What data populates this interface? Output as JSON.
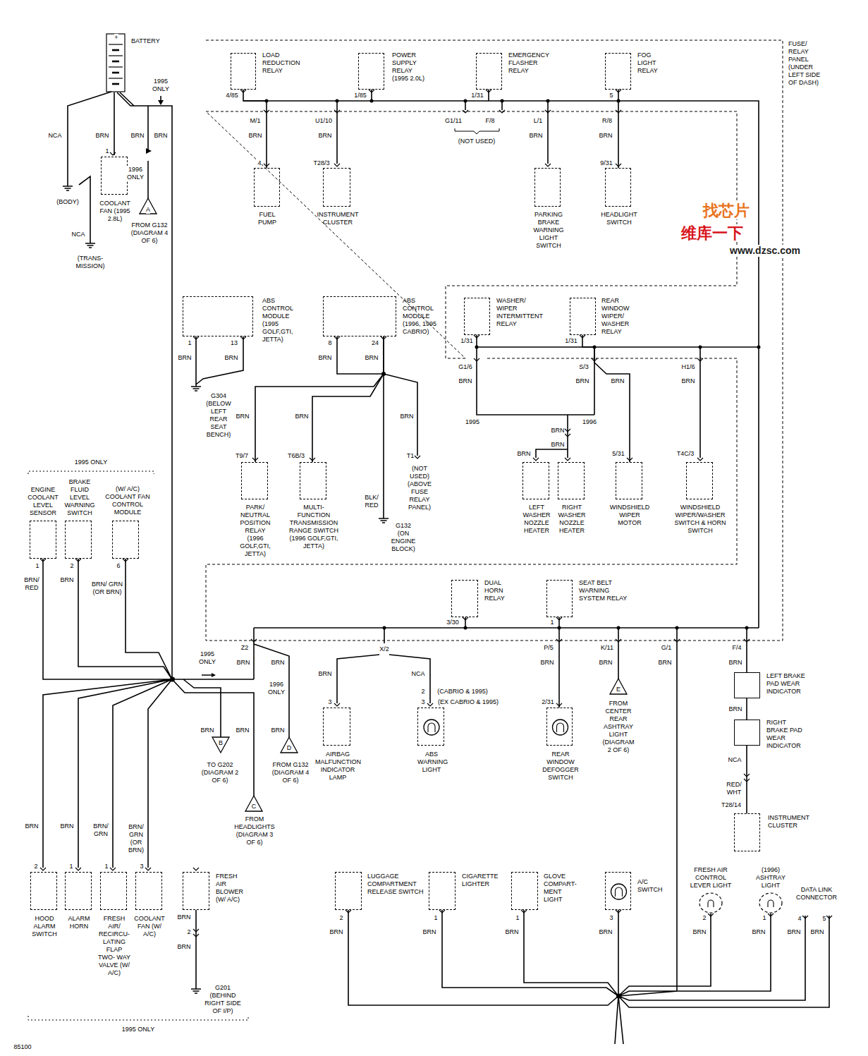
{
  "diagram": {
    "nodes": [
      {
        "text": [
          "BATTERY"
        ]
      },
      {
        "text": [
          "COOLANT FAN (1995 2.8L)"
        ]
      },
      {
        "text": [
          "FUSE/ RELAY PANEL (UNDER LEFT SIDE OF DASH)"
        ]
      },
      {
        "text": [
          "LOAD REDUCTION RELAY"
        ],
        "in": 2
      },
      {
        "text": [
          "POWER SUPPLY RELAY (1995 2.0L)"
        ],
        "in": 2
      },
      {
        "text": [
          "EMERGENCY FLASHER RELAY"
        ],
        "in": 2
      },
      {
        "text": [
          "FOG LIGHT RELAY"
        ],
        "in": 2
      },
      {
        "text": [
          "WASHER/ WIPER INTERMITTENT RELAY"
        ],
        "in": 2
      },
      {
        "text": [
          "REAR WINDOW WIPER/ WASHER RELAY"
        ],
        "in": 2
      },
      {
        "text": [
          "DUAL HORN RELAY"
        ],
        "in": 2
      },
      {
        "text": [
          "SEAT BELT WARNING SYSTEM RELAY"
        ],
        "in": 2
      },
      {
        "text": [
          "FUEL PUMP"
        ]
      },
      {
        "text": [
          "INSTRUMENT CLUSTER"
        ]
      },
      {
        "text": [
          "PARKING BRAKE WARNING LIGHT SWITCH"
        ]
      },
      {
        "text": [
          "HEADLIGHT SWITCH"
        ]
      },
      {
        "text": [
          "ABS CONTROL MODULE (1995 GOLF,GTI, JETTA)"
        ]
      },
      {
        "text": [
          "ABS CONTROL MODULE (1996, 1995 CABRIO)"
        ]
      },
      {
        "text": [
          "PARK/ NEUTRAL POSITION RELAY (1996 GOLF,GTI, JETTA)"
        ]
      },
      {
        "text": [
          "MULTI- FUNCTION TRANSMISSION RANGE SWITCH (1996 GOLF,GTI, JETTA)"
        ]
      },
      {
        "text": [
          "LEFT WASHER NOZZLE HEATER"
        ]
      },
      {
        "text": [
          "RIGHT WASHER NOZZLE HEATER"
        ]
      },
      {
        "text": [
          "WINDSHIELD WIPER MOTOR"
        ]
      },
      {
        "text": [
          "WINDSHIELD WIPER/WASHER SWITCH & HORN SWITCH"
        ]
      },
      {
        "text": [
          "ENGINE COOLANT LEVEL SENSOR"
        ]
      },
      {
        "text": [
          "BRAKE FLUID LEVEL WARNING SWITCH"
        ]
      },
      {
        "text": [
          "(W/ A/C) COOLANT FAN CONTROL MODULE"
        ]
      },
      {
        "text": [
          "AIRBAG MALFUNCTION INDICATOR LAMP"
        ]
      },
      {
        "text": [
          "ABS WARNING LIGHT"
        ]
      },
      {
        "text": [
          "REAR WINDOW DEFOGGER SWITCH"
        ]
      },
      {
        "text": [
          "LEFT BRAKE PAD WEAR INDICATOR"
        ]
      },
      {
        "text": [
          "RIGHT BRAKE PAD WEAR INDICATOR"
        ]
      },
      {
        "text": [
          "INSTRUMENT CLUSTER"
        ]
      },
      {
        "text": [
          "HOOD ALARM SWITCH"
        ]
      },
      {
        "text": [
          "ALARM HORN"
        ]
      },
      {
        "text": [
          "FRESH AIR/ RECIRCU- LATING FLAP TWO- WAY VALVE (W/ A/C)"
        ]
      },
      {
        "text": [
          "COOLANT FAN (W/ A/C)"
        ]
      },
      {
        "text": [
          "FRESH AIR BLOWER (W/ A/C)"
        ]
      },
      {
        "text": [
          "LUGGAGE COMPARTMENT RELEASE SWITCH"
        ]
      },
      {
        "text": [
          "CIGARETTE LIGHTER"
        ]
      },
      {
        "text": [
          "GLOVE COMPART- MENT LIGHT"
        ]
      },
      {
        "text": [
          "A/C SWITCH"
        ]
      },
      {
        "text": [
          "FRESH AIR CONTROL LEVER LIGHT"
        ]
      },
      {
        "text": [
          "(1996) ASHTRAY LIGHT"
        ]
      },
      {
        "text": [
          "DATA LINK CONNECTOR"
        ]
      }
    ],
    "edges": [
      {
        "from": 29,
        "to": 30,
        "arrow": "none"
      },
      {
        "from": 30,
        "to": 31,
        "arrow": "none"
      },
      {
        "from": 3,
        "to": 11,
        "arrow": "none"
      },
      {
        "from": 6,
        "to": 14,
        "arrow": "none"
      },
      {
        "from": 10,
        "to": 28,
        "arrow": "none"
      },
      {
        "from": 8,
        "to": 21,
        "arrow": "none"
      },
      {
        "from": 16,
        "to": 17,
        "arrow": "none"
      },
      {
        "from": 16,
        "to": 18,
        "arrow": "none"
      }
    ],
    "labels": [
      "1995 ONLY",
      "NCA",
      "BRN",
      "BRN",
      "BRN",
      "1",
      "1996 ONLY",
      "A",
      "FROM G132 (DIAGRAM 4 OF 6)",
      "(BODY)",
      "NCA",
      "(TRANS- MISSION)",
      "4/85",
      "1/85",
      "1/31",
      "5",
      "M/1",
      "U1/10",
      "G1/11",
      "F/8",
      "(NOT USED)",
      "L/1",
      "R/8",
      "BRN",
      "BRN",
      "BRN",
      "BRN",
      "4",
      "T28/3",
      "9/31",
      "1",
      "13",
      "8",
      "24",
      "BRN",
      "BRN",
      "BRN",
      "BRN",
      "G304 (BELOW LEFT REAR SEAT BENCH)",
      "BRN",
      "BRN",
      "BRN",
      "T9/7",
      "T6B/3",
      "T1",
      "(NOT USED) (ABOVE FUSE RELAY PANEL)",
      "BLK/ RED",
      "G132 (ON ENGINE BLOCK)",
      "1/31",
      "1/31",
      "G1/6",
      "S/3",
      "H1/6",
      "BRN",
      "BRN",
      "BRN",
      "BRN",
      "1995",
      "1996",
      "BRN",
      "BRN",
      "BRN",
      "5/31",
      "T4C/3",
      "1995 ONLY",
      "1",
      "2",
      "6",
      "BRN/ RED",
      "BRN",
      "BRN/ GRN (OR BRN)",
      "3/30",
      "1",
      "Z2",
      "X/2",
      "P/5",
      "K/11",
      "G/1",
      "F/4",
      "BRN",
      "BRN",
      "1995 ONLY",
      "1996 ONLY",
      "BRN",
      "NCA",
      "BRN",
      "BRN",
      "BRN",
      "BRN",
      "BRN",
      "2",
      "(CABRIO & 1995)",
      "3",
      "(EX CABRIO & 1995)",
      "3",
      "2/31",
      "E",
      "FROM CENTER REAR ASHTRAY LIGHT (DIAGRAM 2 OF 6)",
      "NCA",
      "RED/ WHT",
      "T28/14",
      "BRN",
      "BRN",
      "BRN",
      "B",
      "TO G202 (DIAGRAM 2 OF 6)",
      "D",
      "FROM G132 (DIAGRAM 4 OF 6)",
      "C",
      "FROM HEADLIGHTS (DIAGRAM 3 OF 6)",
      "BRN",
      "BRN",
      "BRN/ GRN",
      "BRN/ GRN (OR BRN)",
      "2",
      "1",
      "1",
      "3",
      "BRN",
      "2",
      "BRN",
      "G201 (BEHIND RIGHT SIDE OF I/P)",
      "1995 ONLY",
      "2",
      "1",
      "1",
      "3",
      "2",
      "1",
      "4",
      "5",
      "BRN",
      "BRN",
      "BRN",
      "BRN",
      "BRN",
      "BRN",
      "BRN",
      "BRN",
      "85100",
      "找芯片",
      "维库一下",
      "www.dzsc.com",
      "+"
    ]
  }
}
